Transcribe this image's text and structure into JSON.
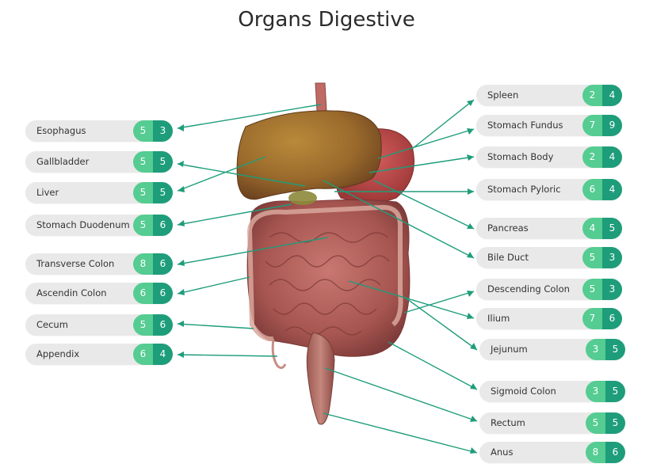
{
  "title": "Organs Digestive",
  "colors": {
    "light_badge": "#55cc91",
    "dark_badge": "#1e9d7b",
    "leader_line": "#1e9d7b",
    "pill_bg": "#e9e9e9"
  },
  "left_labels": [
    {
      "name": "Esophagus",
      "a": "5",
      "b": "3"
    },
    {
      "name": "Gallbladder",
      "a": "5",
      "b": "5"
    },
    {
      "name": "Liver",
      "a": "5",
      "b": "5"
    },
    {
      "name": "Stomach Duodenum",
      "a": "5",
      "b": "6"
    },
    {
      "name": "Transverse Colon",
      "a": "8",
      "b": "6"
    },
    {
      "name": "Ascendin Colon",
      "a": "6",
      "b": "6"
    },
    {
      "name": "Cecum",
      "a": "5",
      "b": "6"
    },
    {
      "name": "Appendix",
      "a": "6",
      "b": "4"
    }
  ],
  "right_labels": [
    {
      "name": "Spleen",
      "a": "2",
      "b": "4"
    },
    {
      "name": "Stomach Fundus",
      "a": "7",
      "b": "9"
    },
    {
      "name": "Stomach Body",
      "a": "2",
      "b": "4"
    },
    {
      "name": "Stomach Pyloric",
      "a": "6",
      "b": "4"
    },
    {
      "name": "Pancreas",
      "a": "4",
      "b": "5"
    },
    {
      "name": "Bile Duct",
      "a": "5",
      "b": "3"
    },
    {
      "name": "Descending Colon",
      "a": "5",
      "b": "3"
    },
    {
      "name": "Ilium",
      "a": "7",
      "b": "6"
    },
    {
      "name": "Jejunum",
      "a": "3",
      "b": "5"
    },
    {
      "name": "Sigmoid Colon",
      "a": "3",
      "b": "5"
    },
    {
      "name": "Rectum",
      "a": "5",
      "b": "5"
    },
    {
      "name": "Anus",
      "a": "8",
      "b": "6"
    }
  ]
}
